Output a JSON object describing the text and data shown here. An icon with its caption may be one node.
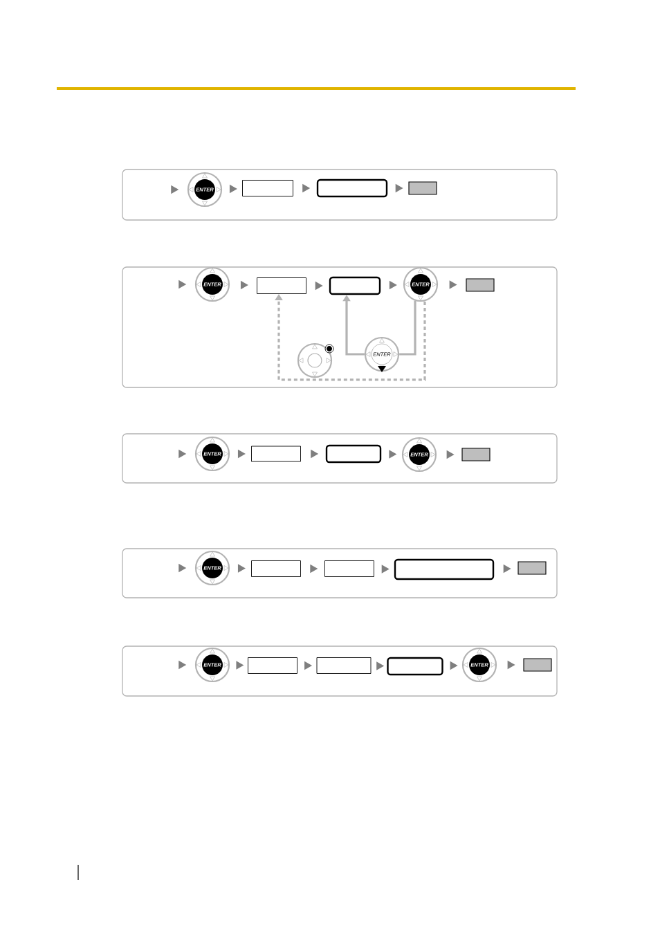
{
  "diagram": {
    "nodes": [
      {
        "text": [
          "ENTER"
        ]
      },
      {
        "text": [],
        "shape": "box"
      },
      {
        "text": [],
        "shape": "box"
      },
      {
        "text": [],
        "shape": "box"
      },
      {
        "text": [
          "ENTER"
        ]
      },
      {
        "text": [],
        "shape": "box"
      },
      {
        "text": [],
        "shape": "box"
      },
      {
        "text": [
          "ENTER"
        ]
      },
      {
        "text": [],
        "shape": "box"
      },
      {
        "text": [],
        "shape": "circle"
      },
      {
        "text": [
          "ENTER"
        ]
      },
      {
        "text": [
          "ENTER"
        ]
      },
      {
        "text": [],
        "shape": "box"
      },
      {
        "text": [],
        "shape": "box"
      },
      {
        "text": [
          "ENTER"
        ]
      },
      {
        "text": [],
        "shape": "box"
      },
      {
        "text": [
          "ENTER"
        ]
      },
      {
        "text": [],
        "shape": "box"
      },
      {
        "text": [],
        "shape": "box"
      },
      {
        "text": [],
        "shape": "box"
      },
      {
        "text": [],
        "shape": "box"
      },
      {
        "text": [
          "ENTER"
        ]
      },
      {
        "text": [],
        "shape": "box"
      },
      {
        "text": [],
        "shape": "box"
      },
      {
        "text": [],
        "shape": "box"
      },
      {
        "text": [
          "ENTER"
        ]
      },
      {
        "text": [],
        "shape": "box"
      }
    ],
    "edges": [
      {
        "from": null,
        "to": 0,
        "arrow": "to"
      },
      {
        "from": 0,
        "to": 1,
        "arrow": "to"
      },
      {
        "from": 1,
        "to": 2,
        "arrow": "to"
      },
      {
        "from": 2,
        "to": 3,
        "arrow": "to"
      },
      {
        "from": null,
        "to": 4,
        "arrow": "to"
      },
      {
        "from": 4,
        "to": 5,
        "arrow": "to"
      },
      {
        "from": 5,
        "to": 6,
        "arrow": "to"
      },
      {
        "from": 6,
        "to": 7,
        "arrow": "to"
      },
      {
        "from": 7,
        "to": 8,
        "arrow": "to"
      },
      {
        "from": 7,
        "to": 5,
        "arrow": "to",
        "style": "dashed",
        "color": "#b3b3b3"
      },
      {
        "from": 10,
        "to": 6,
        "arrow": "to",
        "color": "#b3b3b3"
      },
      {
        "from": 7,
        "to": 10,
        "arrow": "none",
        "color": "#b3b3b3"
      },
      {
        "from": null,
        "to": 11,
        "arrow": "to"
      },
      {
        "from": 11,
        "to": 12,
        "arrow": "to"
      },
      {
        "from": 12,
        "to": 13,
        "arrow": "to"
      },
      {
        "from": 13,
        "to": 14,
        "arrow": "to"
      },
      {
        "from": 14,
        "to": 15,
        "arrow": "to"
      },
      {
        "from": null,
        "to": 16,
        "arrow": "to"
      },
      {
        "from": 16,
        "to": 17,
        "arrow": "to"
      },
      {
        "from": 17,
        "to": 18,
        "arrow": "to"
      },
      {
        "from": 18,
        "to": 19,
        "arrow": "to"
      },
      {
        "from": 19,
        "to": 20,
        "arrow": "to"
      },
      {
        "from": null,
        "to": 21,
        "arrow": "to"
      },
      {
        "from": 21,
        "to": 22,
        "arrow": "to"
      },
      {
        "from": 22,
        "to": 23,
        "arrow": "to"
      },
      {
        "from": 23,
        "to": 24,
        "arrow": "to"
      },
      {
        "from": 24,
        "to": 25,
        "arrow": "to"
      },
      {
        "from": 25,
        "to": 26,
        "arrow": "to"
      }
    ]
  }
}
